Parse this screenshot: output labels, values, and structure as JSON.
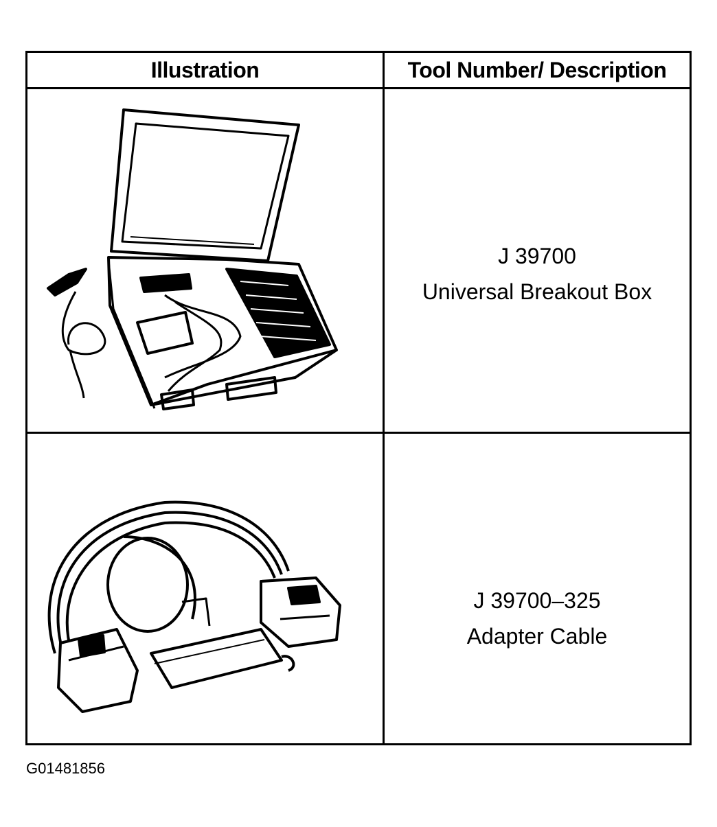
{
  "table": {
    "headers": [
      "Illustration",
      "Tool Number/ Description"
    ],
    "rows": [
      {
        "tool_number": "J 39700",
        "description": "Universal Breakout Box",
        "illustration_icon": "breakout-box-case-icon"
      },
      {
        "tool_number": "J 39700–325",
        "description": "Adapter Cable",
        "illustration_icon": "adapter-cable-icon"
      }
    ]
  },
  "figure_id": "G01481856"
}
